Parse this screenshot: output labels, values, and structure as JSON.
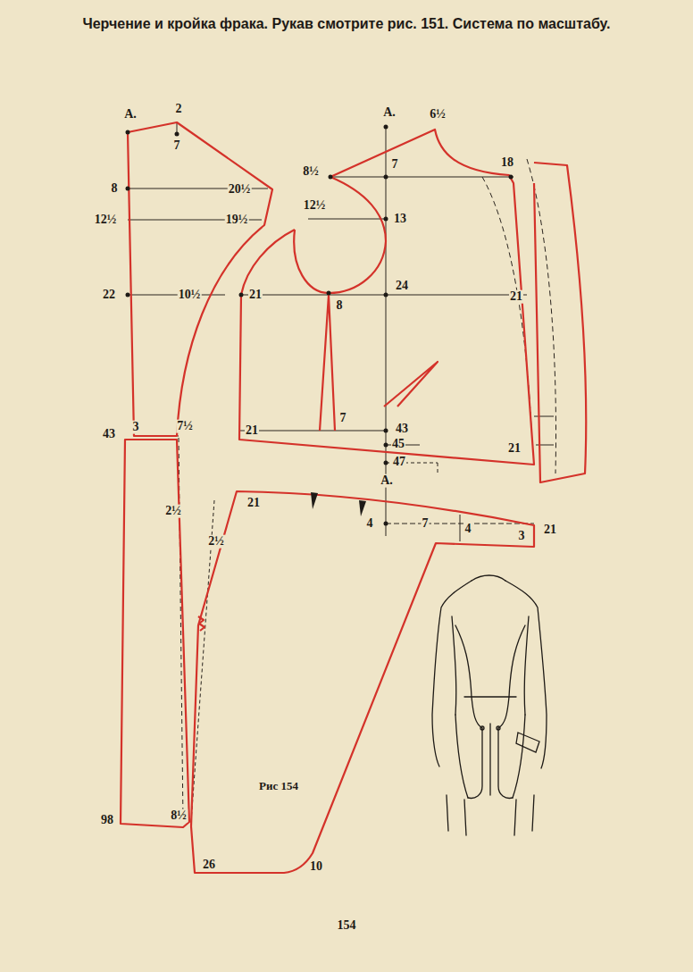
{
  "diagram": {
    "title": "Черчение и кройка фрака. Рукав смотрите рис. 151. Система по масштабу.",
    "caption": "Рис 154",
    "labels": [
      "А.",
      "2",
      "7",
      "8",
      "20½",
      "12½",
      "19½",
      "22",
      "10½",
      "43",
      "3",
      "7½",
      "2½",
      "2½",
      "98",
      "8½",
      "26",
      "10",
      "А.",
      "6½",
      "8½",
      "7",
      "18",
      "12½",
      "13",
      "21",
      "24",
      "21",
      "8",
      "21",
      "7",
      "43",
      "45",
      "47",
      "21",
      "А.",
      "21",
      "4",
      "7",
      "4",
      "3",
      "21",
      "154"
    ]
  }
}
